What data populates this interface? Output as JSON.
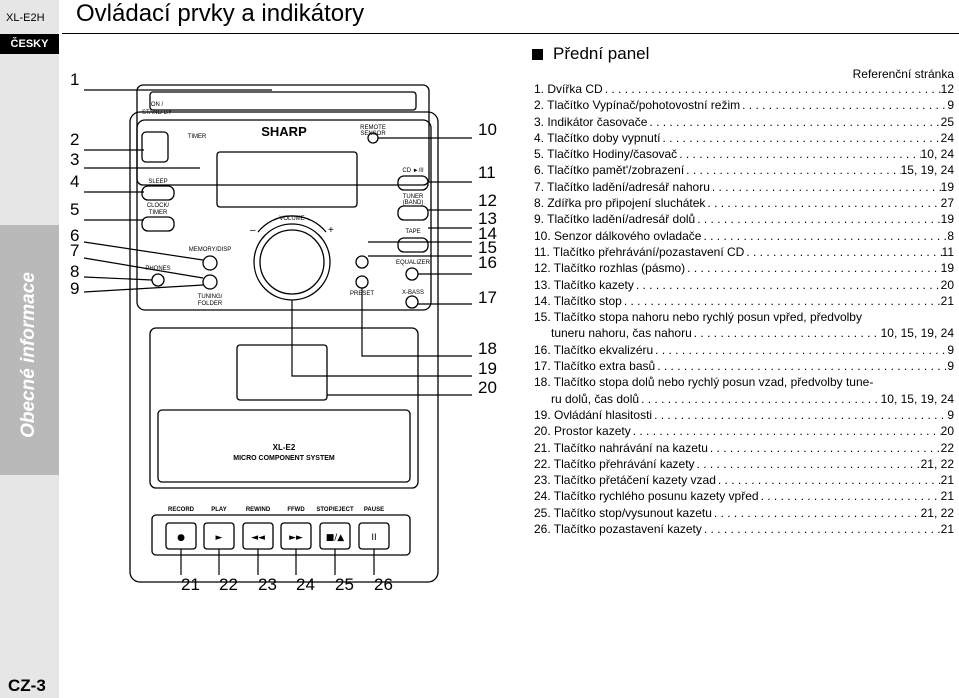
{
  "header": {
    "model": "XL-E2H",
    "language": "ČESKY",
    "title": "Ovládací prvky a indikátory"
  },
  "sidebar": {
    "section": "Obecné informace"
  },
  "footer": {
    "page": "CZ-3"
  },
  "panel": {
    "heading": "Přední panel",
    "ref_heading": "Referenční stránka",
    "items": [
      {
        "label": "1. Dvířka CD",
        "page": "12"
      },
      {
        "label": "2. Tlačítko Vypínač/pohotovostní režim",
        "page": "9"
      },
      {
        "label": "3. Indikátor časovače",
        "page": "25"
      },
      {
        "label": "4. Tlačítko doby vypnutí",
        "page": "24"
      },
      {
        "label": "5. Tlačítko Hodiny/časovač",
        "page": "10, 24"
      },
      {
        "label": "6. Tlačítko pamět'/zobrazení",
        "page": "15, 19, 24"
      },
      {
        "label": "7. Tlačítko ladění/adresář nahoru",
        "page": "19"
      },
      {
        "label": "8. Zdířka pro připojení sluchátek",
        "page": "27"
      },
      {
        "label": "9. Tlačítko ladění/adresář dolů",
        "page": "19"
      },
      {
        "label": "10. Senzor dálkového ovladače",
        "page": "8"
      },
      {
        "label": "11. Tlačítko přehrávání/pozastavení CD",
        "page": "11"
      },
      {
        "label": "12. Tlačítko rozhlas (pásmo)",
        "page": "19"
      },
      {
        "label": "13. Tlačítko kazety",
        "page": "20"
      },
      {
        "label": "14. Tlačítko stop",
        "page": "21"
      },
      {
        "label": "15. Tlačítko stopa nahoru nebo rychlý posun vpřed, předvolby",
        "cont": "tuneru nahoru, čas nahoru",
        "page": "10, 15, 19, 24"
      },
      {
        "label": "16. Tlačítko ekvalizéru",
        "page": "9"
      },
      {
        "label": "17. Tlačítko extra basů",
        "page": "9"
      },
      {
        "label": "18. Tlačítko stopa dolů nebo rychlý posun vzad, předvolby tune-",
        "cont": "ru dolů, čas dolů",
        "page": "10, 15, 19, 24"
      },
      {
        "label": "19. Ovládání hlasitosti",
        "page": "9"
      },
      {
        "label": "20. Prostor kazety",
        "page": "20"
      },
      {
        "label": "21. Tlačítko nahrávání na kazetu",
        "page": "22"
      },
      {
        "label": "22. Tlačítko přehrávání kazety",
        "page": "21, 22"
      },
      {
        "label": "23. Tlačítko přetáčení kazety vzad",
        "page": "21"
      },
      {
        "label": "24. Tlačítko rychlého posunu kazety vpřed",
        "page": "21"
      },
      {
        "label": "25. Tlačítko stop/vysunout kazetu",
        "page": "21, 22"
      },
      {
        "label": "26. Tlačítko pozastavení kazety",
        "page": "21"
      }
    ]
  },
  "device": {
    "brand": "SHARP",
    "model_line1": "XL-E2",
    "model_line2": "MICRO COMPONENT SYSTEM",
    "labels": {
      "on_standby_1": "ON /",
      "on_standby_2": "STAND-BY",
      "timer": "TIMER",
      "sleep": "SLEEP",
      "clock_1": "CLOCK/",
      "clock_2": "TIMER",
      "memory": "MEMORY/DISP",
      "volume": "VOLUME",
      "phones": "PHONES",
      "tuning_1": "TUNING/",
      "tuning_2": "FOLDER",
      "remote_1": "REMOTE",
      "remote_2": "SENSOR",
      "cd": "CD ►/II",
      "tuner_1": "TUNER",
      "tuner_2": "(BAND)",
      "tape": "TAPE",
      "equalizer": "EQUALIZER",
      "preset": "PRESET",
      "xbass": "X-BASS",
      "minus": "–",
      "plus": "+"
    },
    "deck": [
      "RECORD",
      "PLAY",
      "REWIND",
      "FFWD",
      "STOP/EJECT",
      "PAUSE"
    ],
    "deck_symbols": [
      "●",
      "►",
      "◄◄",
      "►►",
      "■/▲",
      "II"
    ]
  },
  "callouts": {
    "left": [
      "1",
      "2",
      "3",
      "4",
      "5",
      "6",
      "7",
      "8",
      "9"
    ],
    "right": [
      "10",
      "11",
      "12",
      "13",
      "14",
      "15",
      "16",
      "17",
      "18",
      "19",
      "20"
    ],
    "bottom": [
      "21",
      "22",
      "23",
      "24",
      "25",
      "26"
    ]
  }
}
